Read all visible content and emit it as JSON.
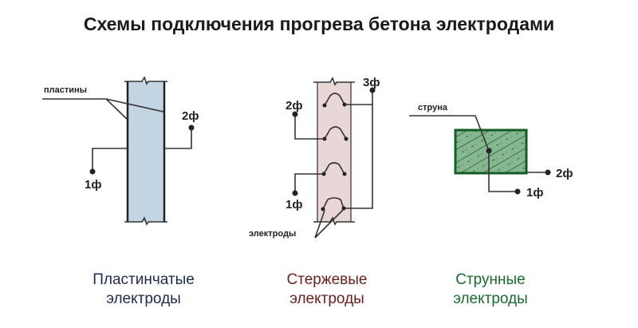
{
  "title": "Схемы подключения прогрева бетона электродами",
  "colors": {
    "plate_fill": "#c3d4e2",
    "rod_fill": "#e9d6d6",
    "string_fill": "#86b791",
    "string_stroke": "#165c26",
    "cap_plate": "#1d2b4a",
    "cap_rod": "#6b2121",
    "cap_string": "#1b6b2c"
  },
  "plate": {
    "label": "пластины",
    "phase1": "1ф",
    "phase2": "2ф",
    "caption_line1": "Пластинчатые",
    "caption_line2": "электроды"
  },
  "rod": {
    "label": "электроды",
    "phase1": "1ф",
    "phase2": "2ф",
    "phase3": "3ф",
    "caption_line1": "Стержевые",
    "caption_line2": "электроды"
  },
  "string": {
    "label": "струна",
    "phase1": "1ф",
    "phase2": "2ф",
    "caption_line1": "Струнные",
    "caption_line2": "электроды"
  }
}
